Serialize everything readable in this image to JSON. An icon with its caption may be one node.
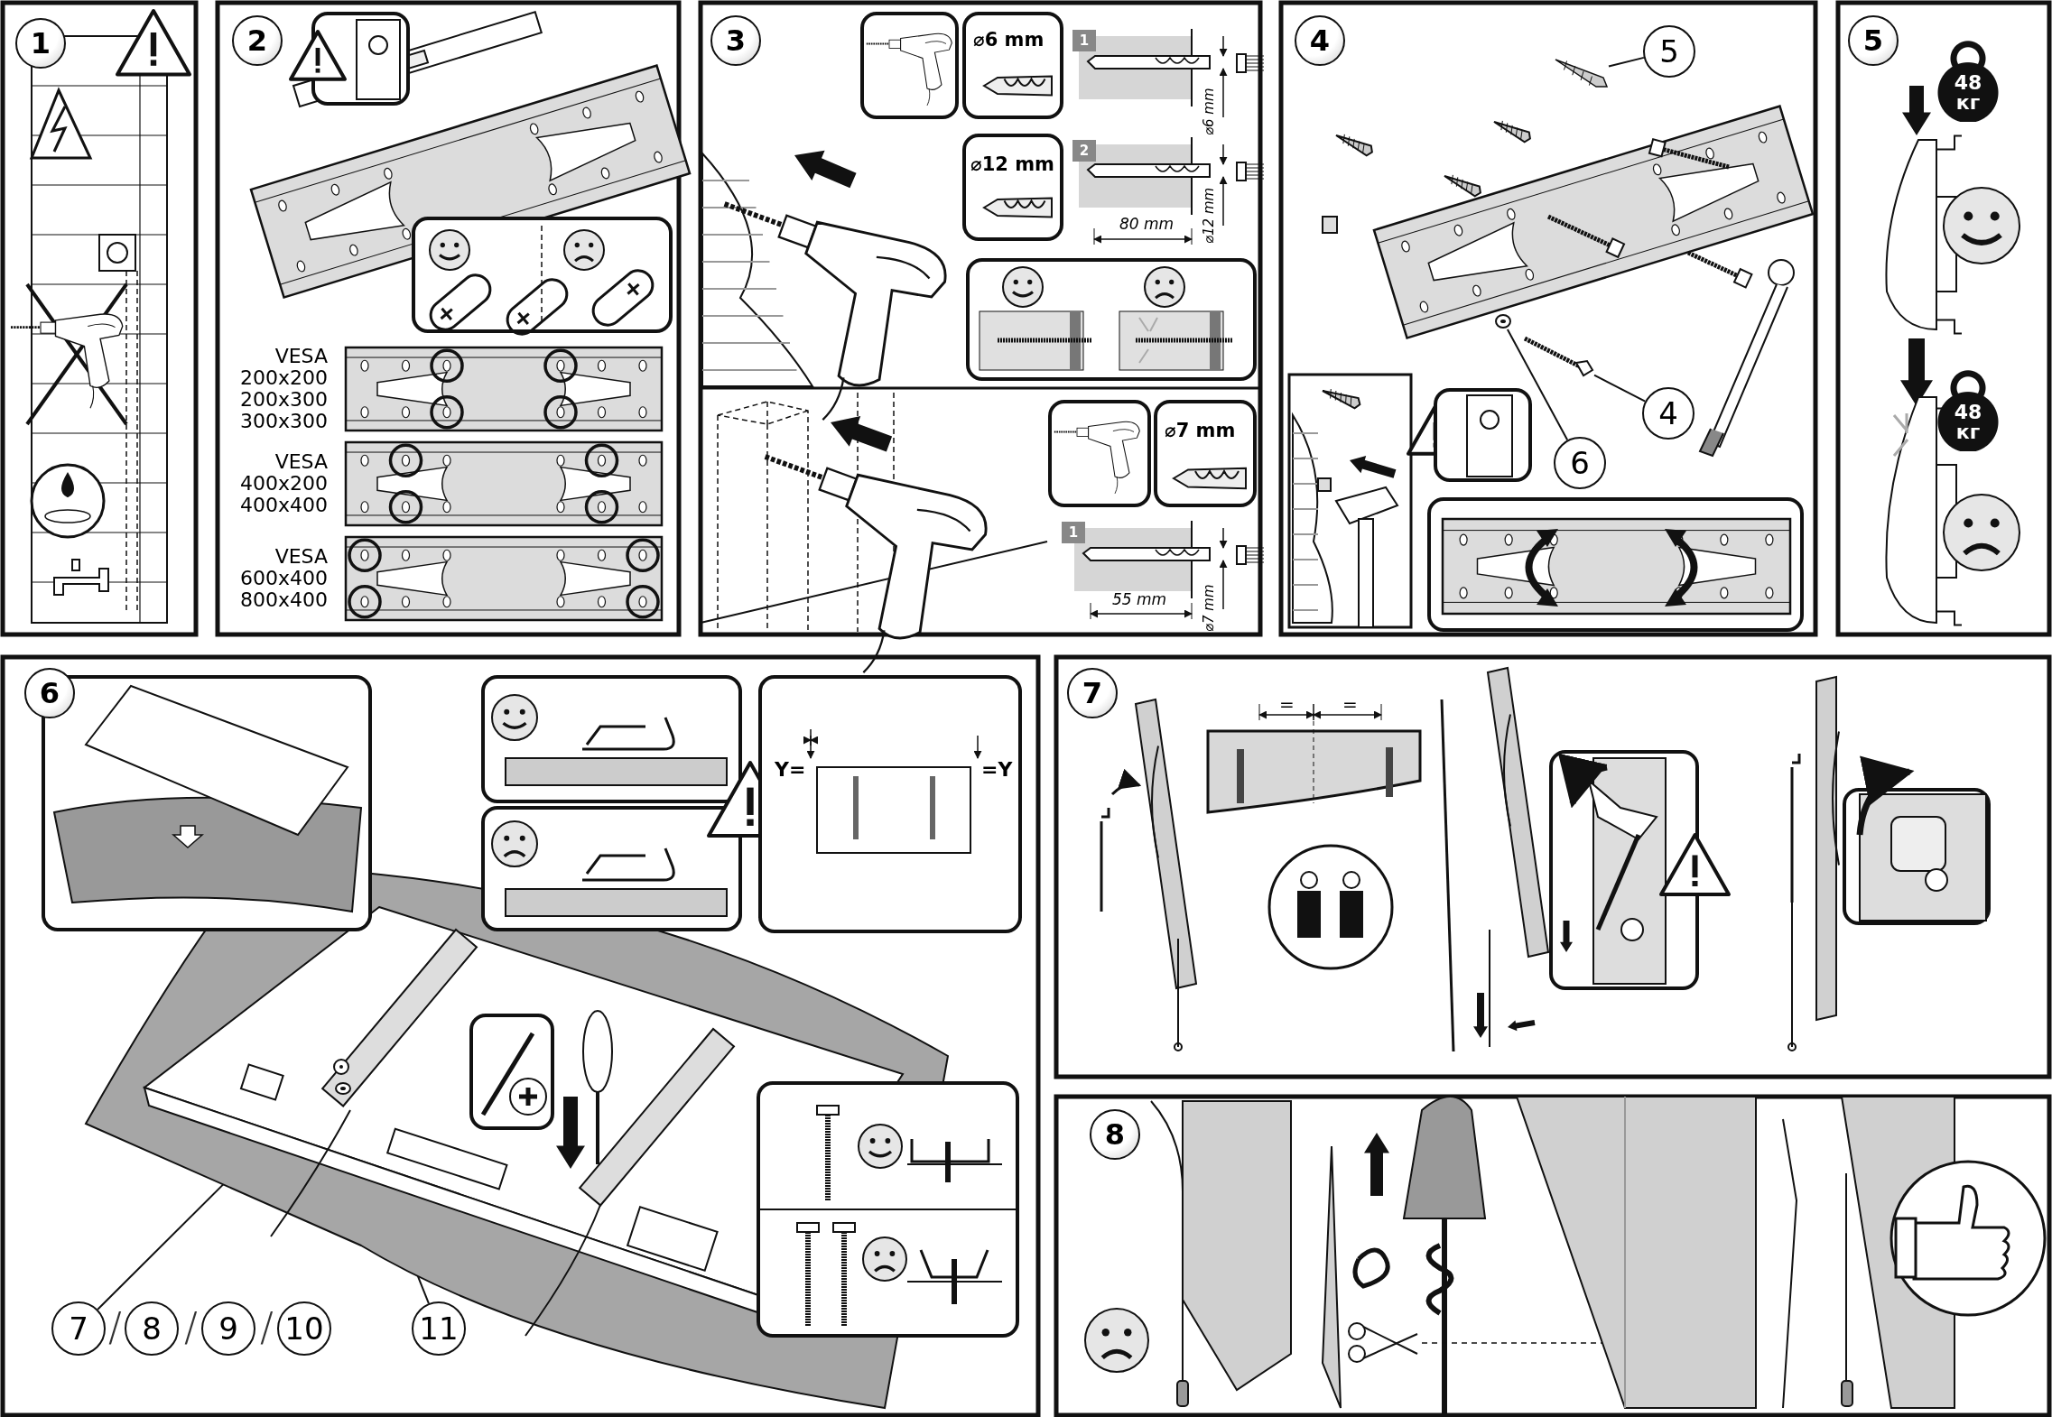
{
  "diagram": {
    "nodes": [
      {
        "text": [
          "1"
        ]
      },
      {
        "text": [
          "2"
        ]
      },
      {
        "text": [
          "3"
        ]
      },
      {
        "text": [
          "1"
        ]
      },
      {
        "text": [
          "2"
        ]
      },
      {
        "text": [
          "1"
        ]
      },
      {
        "text": [
          "4"
        ]
      },
      {
        "text": [
          "5"
        ]
      },
      {
        "text": [],
        "shape": "picture"
      },
      {
        "text": [
          "4"
        ]
      },
      {
        "text": [],
        "shape": "picture"
      },
      {
        "text": [
          "6"
        ]
      },
      {
        "text": [],
        "shape": "picture"
      },
      {
        "text": [
          "5"
        ]
      },
      {
        "text": [
          "48 кг"
        ]
      },
      {
        "text": [
          "48 кг"
        ]
      },
      {
        "text": [
          "6"
        ]
      },
      {
        "text": [
          "7"
        ]
      },
      {
        "text": [
          "8"
        ]
      },
      {
        "text": [
          "9"
        ]
      },
      {
        "text": [
          "10"
        ]
      },
      {
        "text": [
          "11"
        ]
      },
      {
        "text": [],
        "shape": "picture"
      },
      {
        "text": [],
        "shape": "picture"
      },
      {
        "text": [
          "7"
        ]
      },
      {
        "text": [
          "8"
        ]
      }
    ],
    "edges": [
      {
        "from": 7,
        "to": 8,
        "arrow": "none"
      },
      {
        "from": 9,
        "to": 10,
        "arrow": "none"
      },
      {
        "from": 11,
        "to": 12,
        "arrow": "none"
      },
      {
        "from": 17,
        "to": 22,
        "arrow": "none"
      },
      {
        "from": 21,
        "to": 23,
        "arrow": "none"
      }
    ],
    "labels": [
      "VESA 200x200 200x300 300x300",
      "VESA 400x200 400x400",
      "VESA 600x400 800x400",
      "⌀6 mm",
      "⌀6 mm",
      "⌀12 mm",
      "80 mm",
      "⌀12 mm",
      "⌀7 mm",
      "55 mm",
      "⌀7 mm",
      "Y=",
      "=Y",
      "/",
      "/",
      "/",
      "=",
      "="
    ]
  }
}
